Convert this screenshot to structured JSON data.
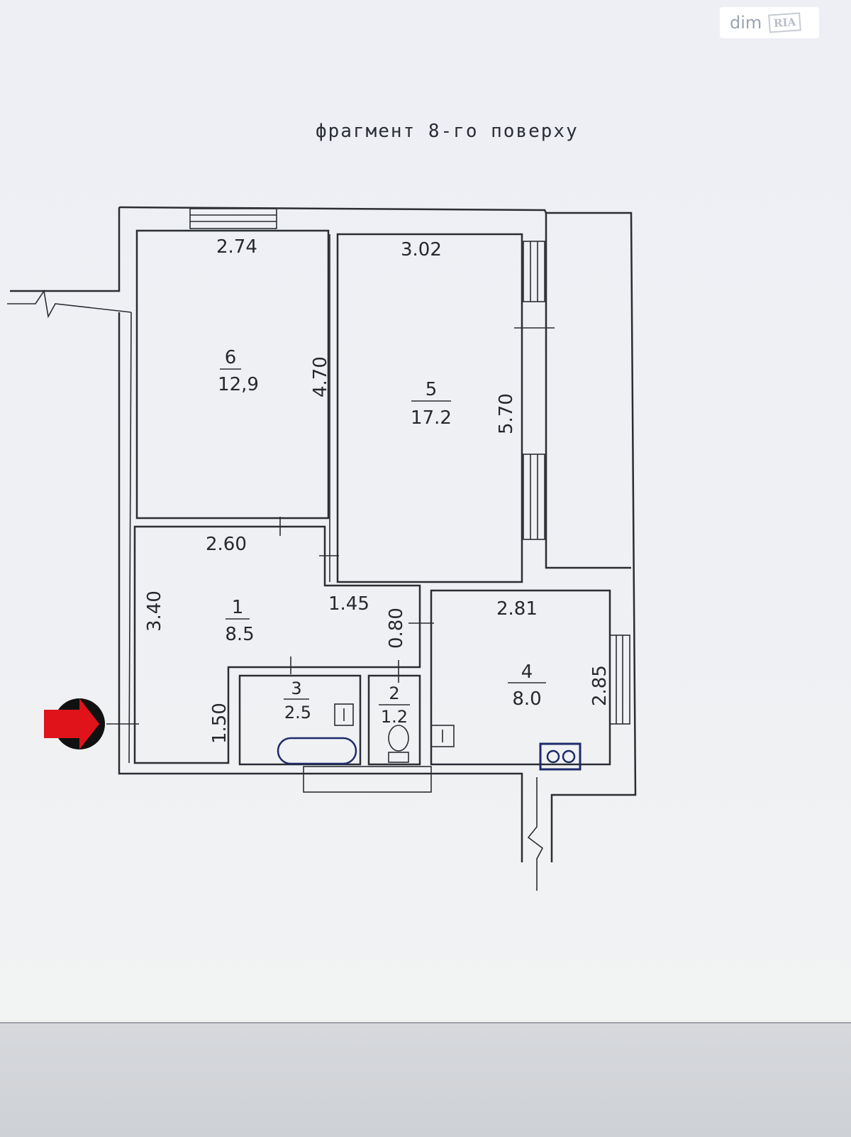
{
  "title": "фрагмент 8-го поверху",
  "watermark": {
    "dim": "dim",
    "ria": "RIA"
  },
  "rooms": [
    {
      "id": "6",
      "area": "12,9"
    },
    {
      "id": "5",
      "area": "17.2"
    },
    {
      "id": "1",
      "area": "8.5"
    },
    {
      "id": "3",
      "area": "2.5"
    },
    {
      "id": "2",
      "area": "1.2"
    },
    {
      "id": "4",
      "area": "8.0"
    }
  ],
  "dimensions": {
    "room6_width": "2.74",
    "room6_height": "4.70",
    "room5_width": "3.02",
    "room5_height": "5.70",
    "room1_width": "2.60",
    "room1_height": "3.40",
    "corridor_width": "1.45",
    "corridor_height": "0.80",
    "niche_height": "1.50",
    "room4_width": "2.81",
    "room4_height": "2.85"
  },
  "colors": {
    "entrance_arrow": "#e0131a",
    "lines": "#2a2d33"
  }
}
